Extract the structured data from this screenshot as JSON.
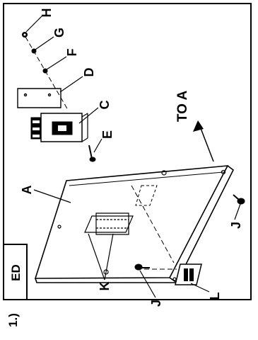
{
  "figure": {
    "step_label": "1.)",
    "section_tab": "ED",
    "direction_label": "TO A",
    "callouts": {
      "A": "A",
      "C": "C",
      "D": "D",
      "E": "E",
      "F": "F",
      "G": "G",
      "H": "H",
      "J1": "J",
      "J2": "J",
      "K": "K",
      "L": "L"
    }
  }
}
